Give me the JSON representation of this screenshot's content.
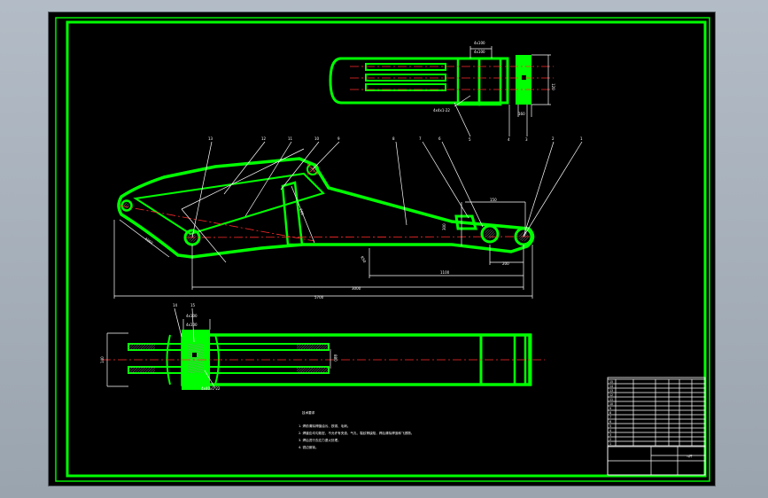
{
  "drawing": {
    "title": "",
    "colors": {
      "background": "#000000",
      "part_outline": "#00ff00",
      "dimension": "#ffffff",
      "center_line": "#ff2a2a",
      "hatch": "#8a8a8a"
    },
    "top_view": {
      "dims": [
        "4x100",
        "4x100",
        "120",
        "4x4x1-22",
        "160"
      ]
    },
    "balloons": [
      "13",
      "12",
      "11",
      "10",
      "9",
      "8",
      "7",
      "6",
      "5",
      "4",
      "3",
      "2",
      "1",
      "14",
      "15"
    ],
    "main_view": {
      "dims": [
        "5700",
        "3000",
        "1100",
        "300",
        "200",
        "150",
        "R50",
        "4060",
        "200"
      ]
    },
    "bottom_view": {
      "dims": [
        "4x100",
        "4x100",
        "880",
        "140",
        "4x40x1-22"
      ]
    },
    "notes": {
      "heading": "技术要求",
      "items": [
        "1. 焊前清除焊缝油污、铁锈、毛刺。",
        "2. 焊缝应均匀致密，不允许有夹渣、气孔、裂纹等缺陷，焊后清除焊渣和飞溅物。",
        "3. 焊后进行去应力退火处理。",
        "4. 锐边倒钝。"
      ]
    },
    "title_block": {
      "drawing_name": "斗杆",
      "school": "",
      "rows": [
        "1",
        "2",
        "3",
        "4",
        "5",
        "6",
        "7",
        "8",
        "9",
        "10",
        "11",
        "12",
        "13",
        "14",
        "15"
      ]
    }
  }
}
